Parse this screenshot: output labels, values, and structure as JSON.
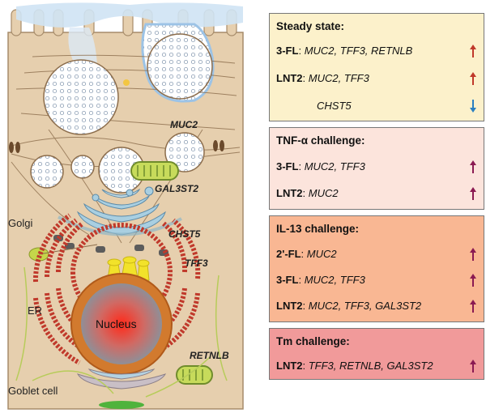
{
  "labels": {
    "muc2": "MUC2",
    "gal3st2": "GAL3ST2",
    "golgi": "Golgi",
    "chst5": "CHST5",
    "tff3": "TFF3",
    "er": "ER",
    "nucleus": "Nucleus",
    "retnlb": "RETNLB",
    "goblet_cell": "Goblet cell"
  },
  "panels": [
    {
      "title": "Steady state:",
      "color": "#fcf1cb",
      "rows": [
        {
          "agent": "3-FL",
          "genes": "MUC2, TFF3, RETNLB",
          "direction": "up"
        },
        {
          "agent": "LNT2",
          "genes": "MUC2, TFF3",
          "direction": "up"
        },
        {
          "agent": "",
          "genes": "CHST5",
          "direction": "down"
        }
      ]
    },
    {
      "title": "TNF-α challenge:",
      "color": "#fce4dc",
      "rows": [
        {
          "agent": "3-FL",
          "genes": "MUC2, TFF3",
          "direction": "up"
        },
        {
          "agent": "LNT2",
          "genes": "MUC2",
          "direction": "up"
        }
      ]
    },
    {
      "title": "IL-13 challenge:",
      "color": "#f9b793",
      "rows": [
        {
          "agent": "2'-FL",
          "genes": "MUC2",
          "direction": "up"
        },
        {
          "agent": "3-FL",
          "genes": "MUC2, TFF3",
          "direction": "up"
        },
        {
          "agent": "LNT2",
          "genes": "MUC2, TFF3, GAL3ST2",
          "direction": "up"
        }
      ]
    },
    {
      "title": "Tm challenge:",
      "color": "#f19a9a",
      "rows": [
        {
          "agent": "LNT2",
          "genes": "TFF3, RETNLB, GAL3ST2",
          "direction": "up"
        }
      ]
    }
  ],
  "colors": {
    "arrow_up_red": "#c0392b",
    "arrow_up_purple": "#8b1a52",
    "arrow_down_blue": "#2a7fc1"
  }
}
